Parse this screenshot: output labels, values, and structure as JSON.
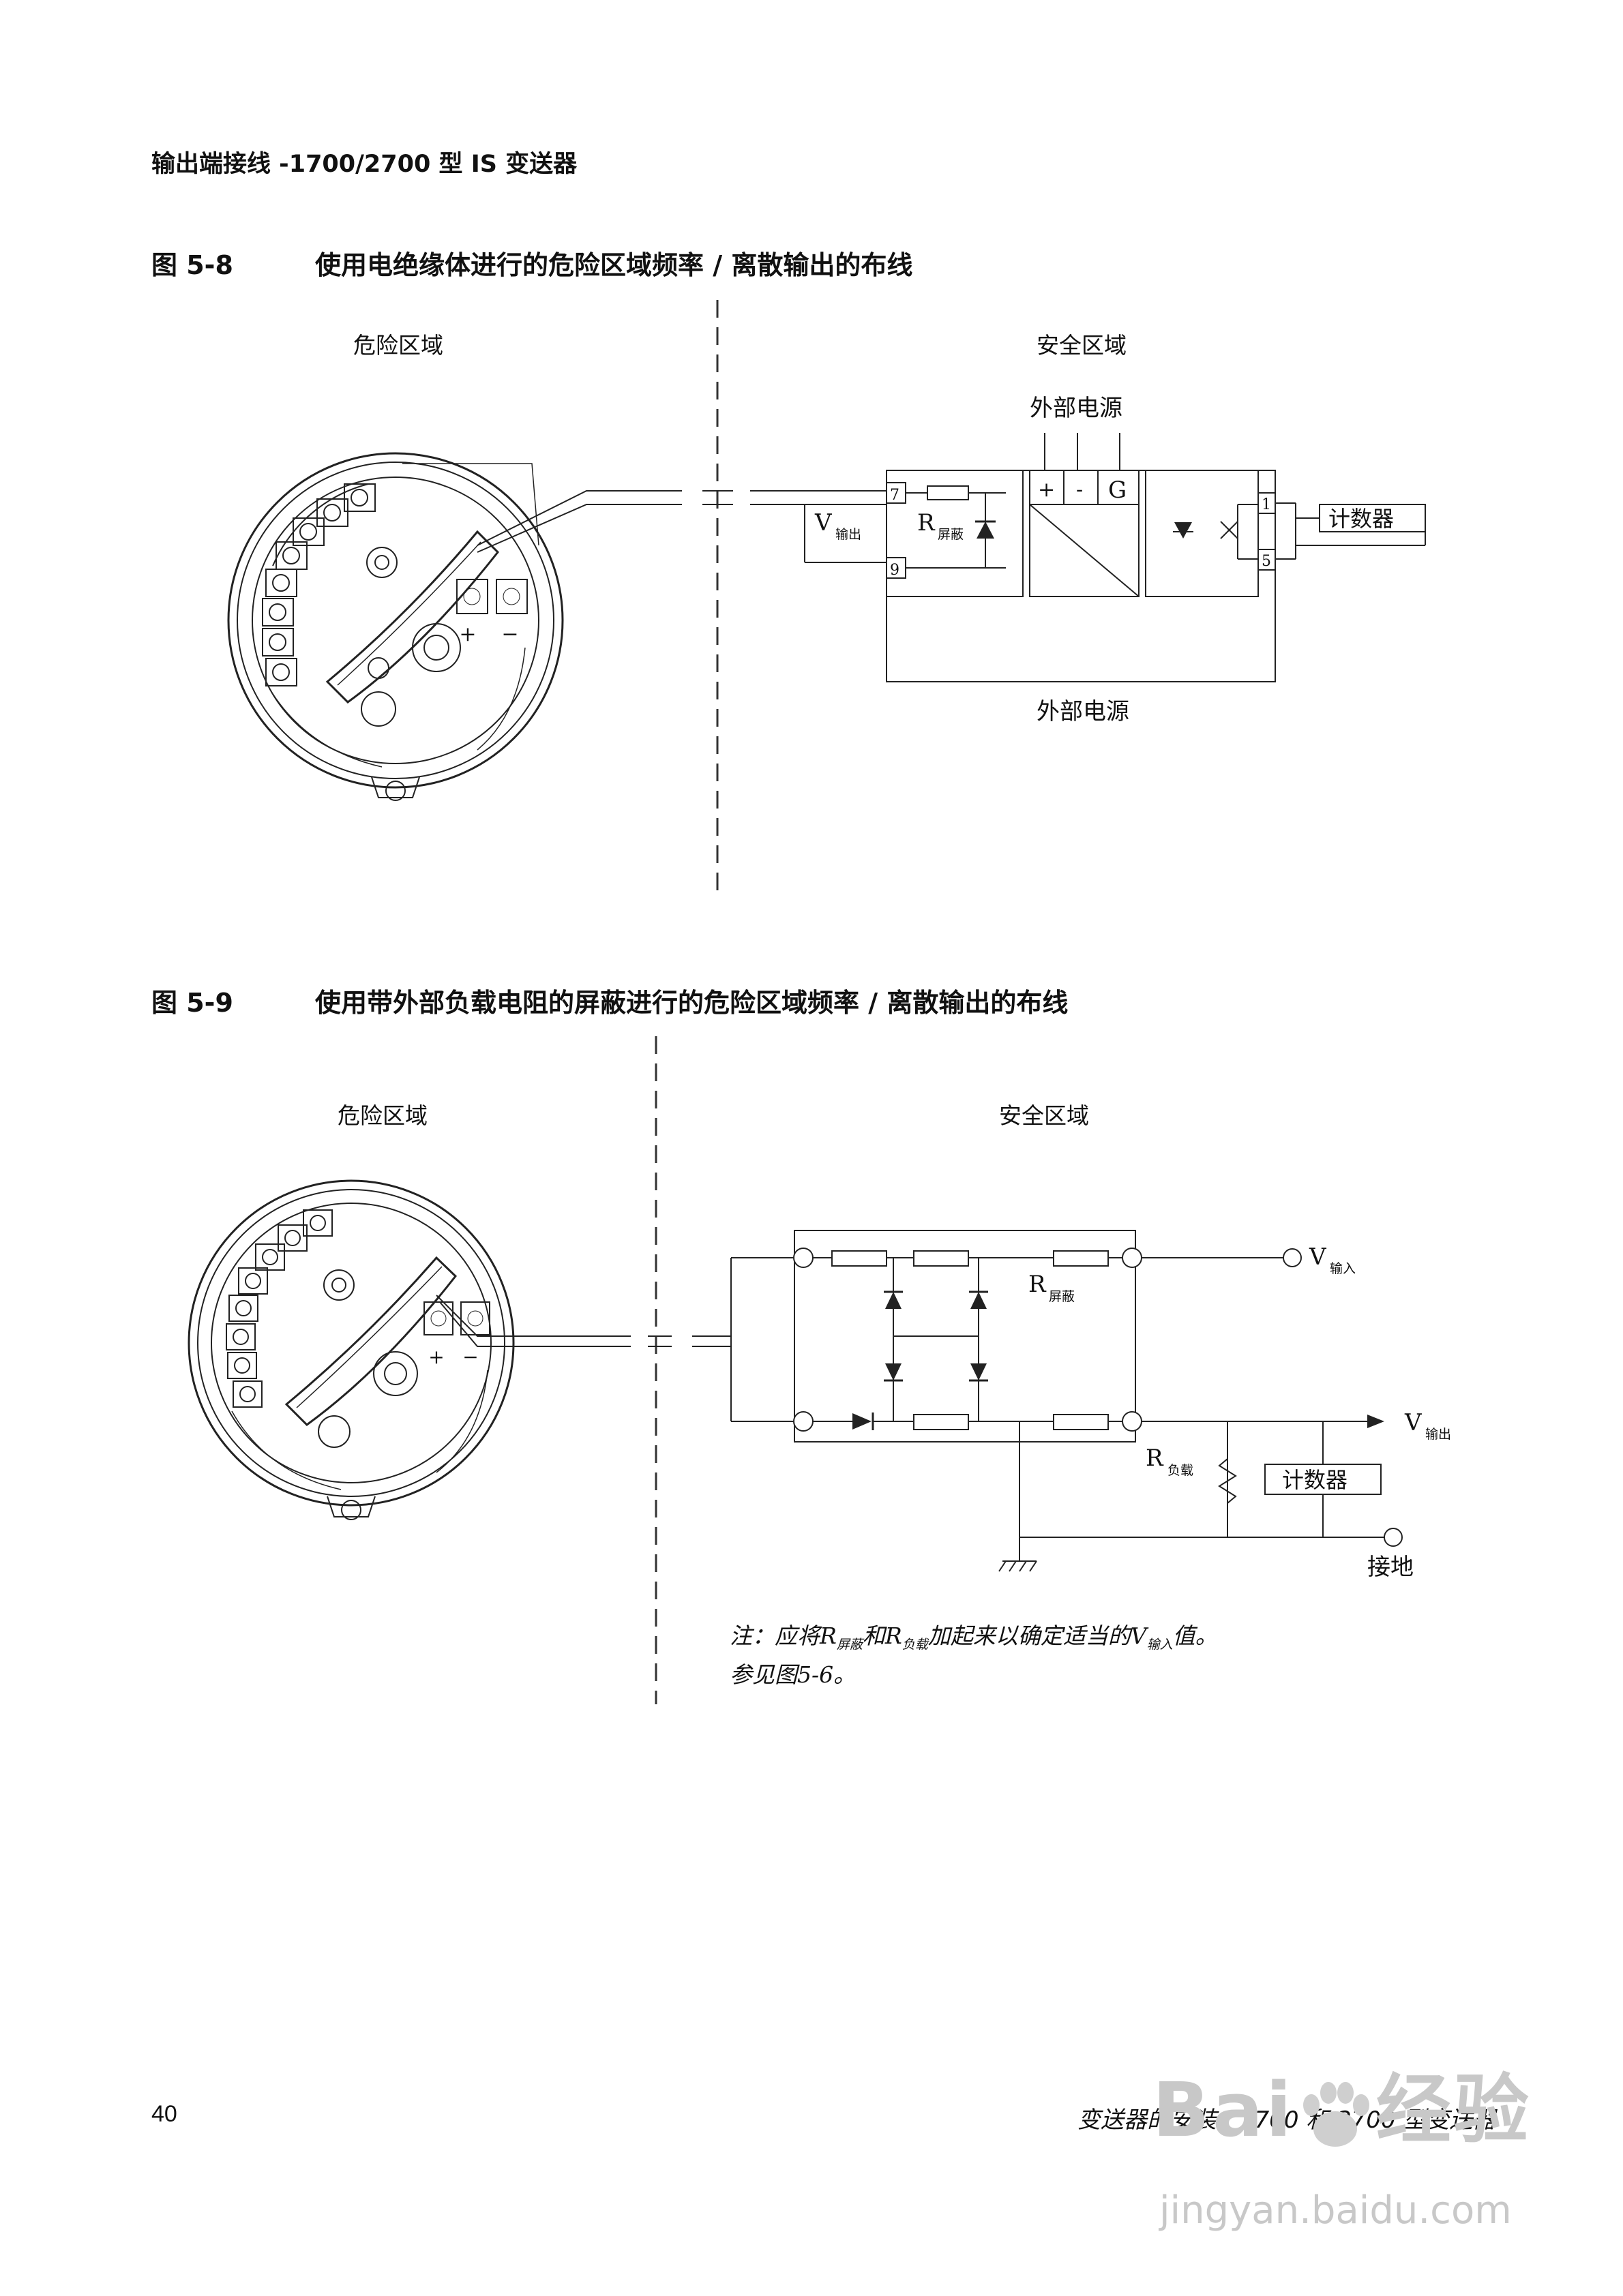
{
  "section_title": "输出端接线 -1700/2700 型 IS 变送器",
  "figure8": {
    "number": "图 5-8",
    "caption": "使用电绝缘体进行的危险区域频率 / 离散输出的布线",
    "zone_hazard": "危险区域",
    "zone_safe": "安全区域",
    "ext_power_top": "外部电源",
    "ext_power_bottom": "外部电源",
    "terminal_7": "7",
    "terminal_9": "9",
    "terminal_1": "1",
    "terminal_5": "5",
    "v_label": "V",
    "v_sub": "输出",
    "r_label": "R",
    "r_sub": "屏蔽",
    "plus": "+",
    "minus": "-",
    "ground_g": "G",
    "counter": "计数器"
  },
  "figure9": {
    "number": "图 5-9",
    "caption": "使用带外部负载电阻的屏蔽进行的危险区域频率 / 离散输出的布线",
    "zone_hazard": "危险区域",
    "zone_safe": "安全区域",
    "v_in_label": "V",
    "v_in_sub": "输入",
    "v_out_label": "V",
    "v_out_sub": "输出",
    "r_shield_label": "R",
    "r_shield_sub": "屏蔽",
    "r_load_label": "R",
    "r_load_sub": "负载",
    "counter": "计数器",
    "ground": "接地",
    "note_line1_a": "注：应将R",
    "note_line1_b": "屏蔽",
    "note_line1_c": "和R",
    "note_line1_d": "负载",
    "note_line1_e": "加起来以确定适当的V",
    "note_line1_f": "输入",
    "note_line1_g": "值。",
    "note_line2": "参见图5-6。"
  },
  "footer": {
    "page_number": "40",
    "doc_title": "变送器的安装：1700 和 2700 型变送器"
  },
  "watermark": {
    "text1": "Bai",
    "text2": "经验",
    "url": "jingyan.baidu.com"
  }
}
